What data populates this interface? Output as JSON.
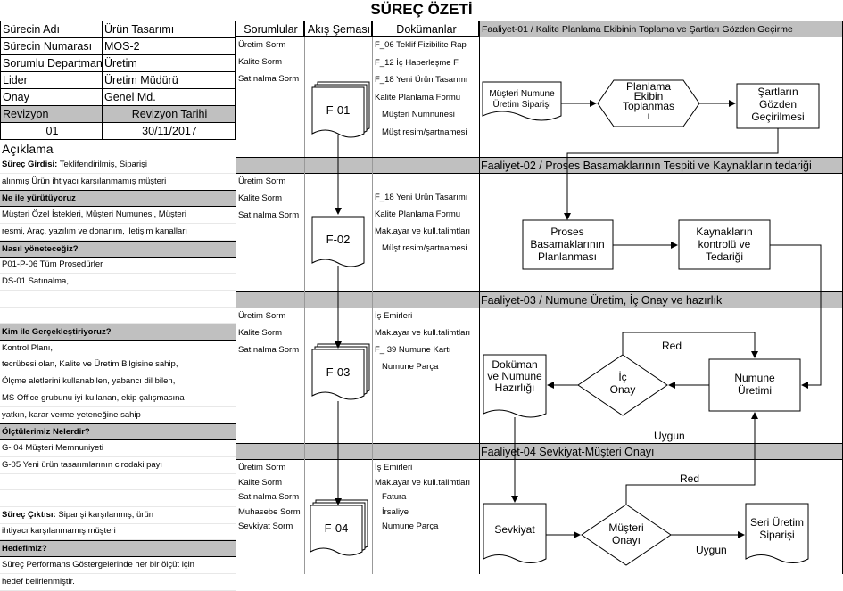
{
  "title": "SÜREÇ ÖZETİ",
  "info": [
    {
      "label": "Sürecin Adı",
      "value": "Ürün Tasarımı"
    },
    {
      "label": "Sürecin Numarası",
      "value": "MOS-2"
    },
    {
      "label": "Sorumlu Departman",
      "value": "Üretim"
    },
    {
      "label": "Lider",
      "value": "Üretim Müdürü"
    },
    {
      "label": "Onay",
      "value": "Genel Md."
    }
  ],
  "revision": {
    "rev_label": "Revizyon",
    "date_label": "Revizyon Tarihi",
    "rev": "01",
    "date": "30/11/2017"
  },
  "aciklama": "Açıklama",
  "left_rows": [
    {
      "text": "Süreç Girdisi:",
      "rest": "Teklifendirilmiş, Siparişi",
      "bold": true
    },
    {
      "text": "alınmış Ürün ihtiyacı karşılanmamış müşteri"
    },
    {
      "text": "Ne ile yürütüyoruz",
      "heading": true
    },
    {
      "text": "Müşteri Özel İstekleri, Müşteri Numunesi, Müşteri"
    },
    {
      "text": "resmi, Araç, yazılım ve donanım, iletişim kanalları"
    },
    {
      "text": "Nasıl yöneteceğiz?",
      "heading": true
    },
    {
      "text": "P01-P-06 Tüm Prosedürler"
    },
    {
      "text": "DS-01 Satınalma,"
    },
    {
      "text": ""
    },
    {
      "text": ""
    },
    {
      "text": "Kim ile Gerçekleştiriyoruz?",
      "heading": true
    },
    {
      "text": "Kontrol Planı,"
    },
    {
      "text": "tecrübesi olan, Kalite ve Üretim Bilgisine sahip,"
    },
    {
      "text": "Ölçme aletlerini kullanabilen, yabancı dil bilen,"
    },
    {
      "text": "MS Office grubunu iyi kullanan, ekip çalışmasına"
    },
    {
      "text": "yatkın, karar verme yeteneğine sahip"
    },
    {
      "text": "Ölçtülerimiz Nelerdir?",
      "heading": true
    },
    {
      "text": "G- 04 Müşteri Memnuniyeti"
    },
    {
      "text": "G-05 Yeni ürün tasarımlarının cirodaki payı"
    },
    {
      "text": ""
    },
    {
      "text": ""
    },
    {
      "text": "Süreç Çıktısı:",
      "rest": "Siparişi karşılanmış, ürün",
      "bold": true
    },
    {
      "text": "ihtiyacı karşılanmamış müşteri"
    },
    {
      "text": "Hedefimiz?",
      "heading": true
    },
    {
      "text": "Süreç Performans Göstergelerinde her bir ölçüt için"
    },
    {
      "text": "hedef belirlenmiştir."
    }
  ],
  "headers": {
    "sorumlular": "Sorumlular",
    "akis": "Akış Şeması",
    "dokumanlar": "Dokümanlar"
  },
  "activities": [
    {
      "title": "Faaliyet-01 / Kalite Planlama Ekibinin Toplama ve Şartları Gözden Geçirme",
      "sorumlular": [
        "Üretim Sorm",
        "Kalite Sorm",
        "Satınalma Sorm"
      ],
      "docs": [
        "F_06 Teklif Fizibilite Rap",
        "F_12 İç Haberleşme F",
        "F_18 Yeni Ürün Tasarımı",
        "Kalite Planlama Formu",
        "Müşteri Numnunesi",
        "Müşt resim/şartnamesi"
      ],
      "form": "F-01"
    },
    {
      "title": "Faaliyet-02 / Proses Basamaklarının Tespiti ve Kaynakların tedariği",
      "sorumlular": [
        "Üretim Sorm",
        "Kalite Sorm",
        "Satınalma Sorm"
      ],
      "docs": [
        "F_18 Yeni Ürün Tasarımı",
        "Kalite Planlama Formu",
        "Mak.ayar ve kull.talimtları",
        "Müşt resim/şartnamesi"
      ],
      "form": "F-02"
    },
    {
      "title": "Faaliyet-03 / Numune Üretim, İç Onay ve hazırlık",
      "sorumlular": [
        "Üretim Sorm",
        "Kalite Sorm",
        "Satınalma Sorm"
      ],
      "docs": [
        "İş Emirleri",
        "Mak.ayar ve kull.talimtları",
        "F_ 39 Numune Kartı",
        "Numune Parça"
      ],
      "form": "F-03"
    },
    {
      "title": "Faaliyet-04 Sevkiyat-Müşteri Onayı",
      "sorumlular": [
        "Üretim Sorm",
        "Kalite Sorm",
        "Satınalma Sorm",
        "Muhasebe Sorm",
        "Sevkiyat Sorm"
      ],
      "docs": [
        "İş Emirleri",
        "Mak.ayar ve kull.talimtları",
        "Fatura",
        "İrsaliye",
        "Numune Parça"
      ],
      "form": "F-04"
    }
  ],
  "flow": {
    "a1_in": "Müşteri Numune Üretim Siparişi",
    "a1_hex": "Planlama Ekibin Toplanması",
    "a1_out": "Şartların Gözden Geçirilmesi",
    "a2_left": "Proses Basamaklarının Planlanması",
    "a2_right": "Kaynakların kontrolü ve Tedariği",
    "a3_prod": "Numune Üretimi",
    "a3_dec": "İç Onay",
    "a3_doc": "Doküman ve Numune Hazırlığı",
    "a3_red": "Red",
    "a3_ok": "Uygun",
    "a4_ship": "Sevkiyat",
    "a4_dec": "Müşteri Onayı",
    "a4_out": "Seri Üretim Siparişi",
    "a4_red": "Red",
    "a4_ok": "Uygun"
  }
}
